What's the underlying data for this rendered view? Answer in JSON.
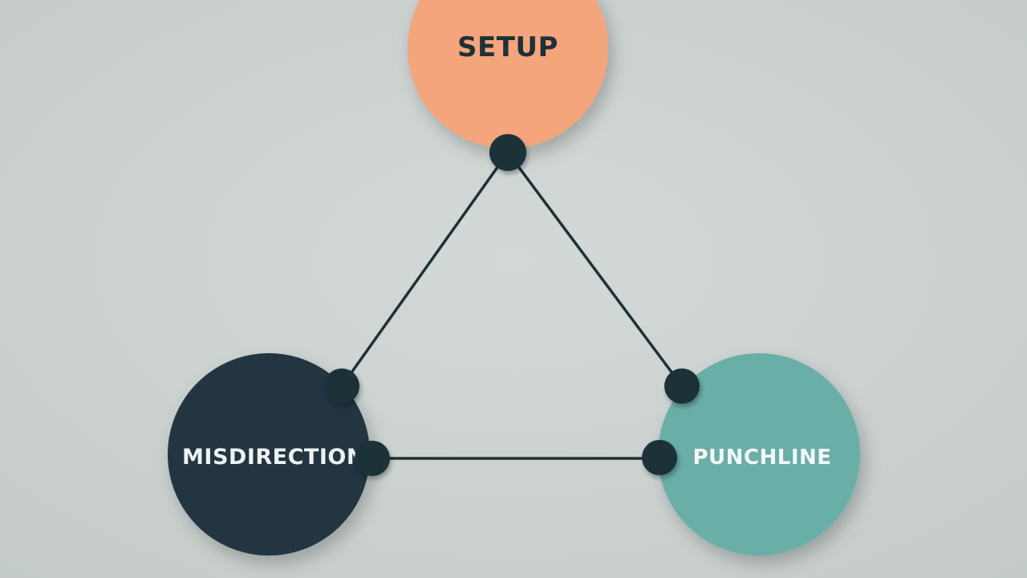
{
  "diagram": {
    "background": "#c9d0ce",
    "connector_color": "#1f3038",
    "nodes": {
      "setup": {
        "label": "SETUP",
        "fill": "#f4a57c",
        "text_color": "#1f3038"
      },
      "misdirection": {
        "label": "MISDIRECTION",
        "fill": "#223540",
        "text_color": "#eef2f1"
      },
      "punchline": {
        "label": "PUNCHLINE",
        "fill": "#6aaea8",
        "text_color": "#f3f7f6"
      }
    }
  }
}
